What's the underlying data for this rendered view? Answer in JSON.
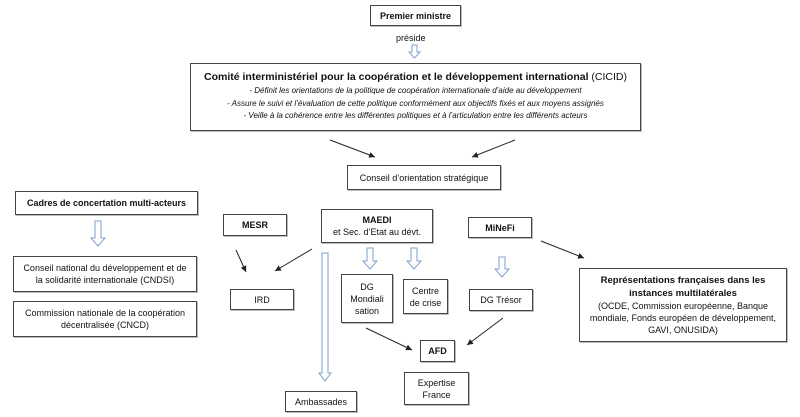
{
  "premier_ministre": "Premier ministre",
  "preside": "préside",
  "cicid": {
    "title": "Comité interministériel pour la coopération et le développement international",
    "acronym": "(CICID)",
    "lines": [
      "- Définit les orientations de la politique de coopération internationale d’aide au développement",
      "- Assure le suivi et l’évaluation de cette politique conformément aux objectifs fixés et aux moyens assignés",
      "- Veille à la cohérence entre les différentes politiques et à l’articulation entre les différents acteurs"
    ]
  },
  "conseil": "Conseil d’orientation stratégique",
  "cadres": "Cadres de concertation multi-acteurs",
  "cndsi": "Conseil national du développement et de la solidarité internationale (CNDSI)",
  "cncd": "Commission nationale de la coopération décentralisée (CNCD)",
  "mesr": "MESR",
  "maedi": {
    "title": "MAEDI",
    "sub": "et Sec. d’Etat au dévt."
  },
  "minefi": "MiNeFi",
  "ird": "IRD",
  "dg_mondialisation": [
    "DG",
    "Mondiali",
    "sation"
  ],
  "centre_crise": [
    "Centre",
    "de crise"
  ],
  "dg_tresor": "DG Trésor",
  "representations": {
    "title": "Représentations françaises dans les instances multilatérales",
    "sub": "(OCDE, Commission européenne, Banque mondiale, Fonds européen de développement, GAVI, ONUSIDA)"
  },
  "afd": "AFD",
  "expertise": [
    "Expertise",
    "France"
  ],
  "ambassades": "Ambassades",
  "colors": {
    "hollow_arrow": "#7f9fcf",
    "line": "#222"
  }
}
